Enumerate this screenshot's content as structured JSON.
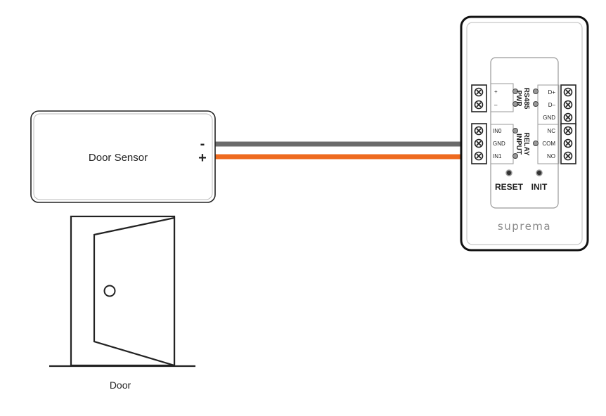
{
  "sensor": {
    "label": "Door Sensor",
    "minus": "-",
    "plus": "+"
  },
  "door": {
    "label": "Door"
  },
  "wires": {
    "negative_color": "#6b6b6b",
    "positive_color": "#ee6a1f"
  },
  "device": {
    "brand": "suprema",
    "groups": {
      "pwr": "PWR",
      "rs485": "RS485",
      "input": "INPUT",
      "relay": "RELAY"
    },
    "pwr_terminals": [
      "+",
      "–"
    ],
    "rs485_terminals": [
      "D+",
      "D–",
      "GND"
    ],
    "input_terminals": [
      "IN0",
      "GND",
      "IN1"
    ],
    "relay_terminals": [
      "NC",
      "COM",
      "NO"
    ],
    "buttons": {
      "reset": "RESET",
      "init": "INIT"
    }
  }
}
